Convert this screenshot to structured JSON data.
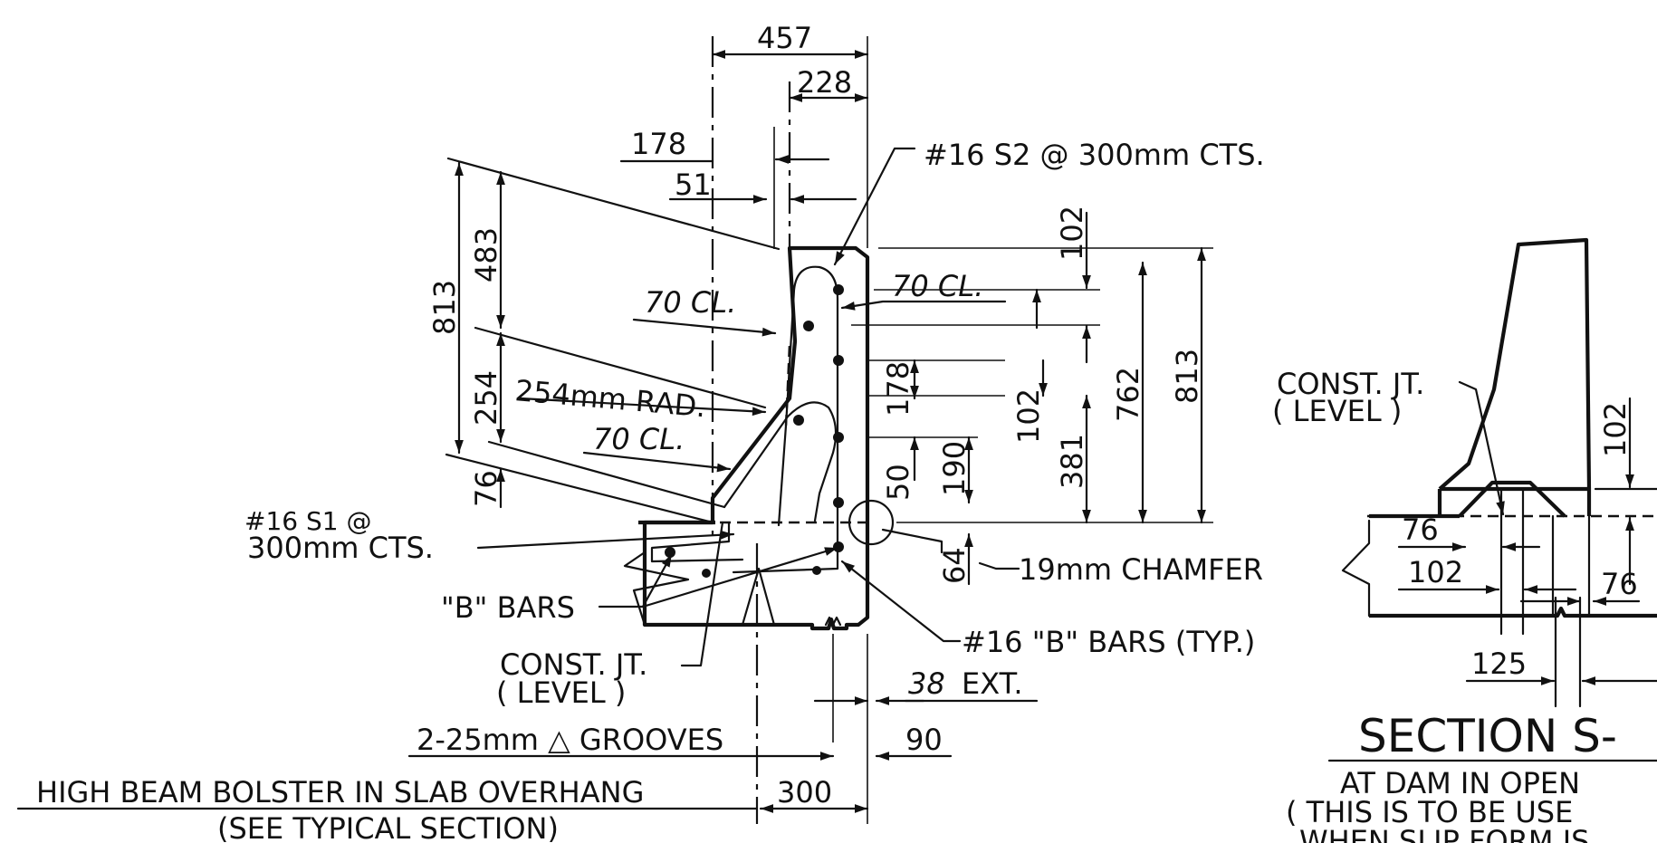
{
  "labels": {
    "d457": "457",
    "d228": "228",
    "d178_top": "178",
    "d51": "51",
    "s2_note": "#16 S2 @ 300mm CTS.",
    "d813_left": "813",
    "d483": "483",
    "d254": "254",
    "d76_left": "76",
    "cl70_a": "70 CL.",
    "rad254": "254mm RAD.",
    "cl70_b": "70 CL.",
    "cl70_c": "70 CL.",
    "d102_top": "102",
    "d762": "762",
    "d813_right": "813",
    "d178_mid": "178",
    "d102_mid": "102",
    "d381": "381",
    "d50": "50",
    "d190": "190",
    "d64": "64",
    "chamfer": "19mm CHAMFER",
    "b_bars_typ": "#16 \"B\" BARS (TYP.)",
    "s1_line1": "#16 S1 @",
    "s1_line2": "300mm CTS.",
    "b_bars": "\"B\" BARS",
    "cj_line1": "CONST. JT.",
    "cj_line2": "( LEVEL )",
    "ext": "38 EXT.",
    "ext_num": "38",
    "ext_word": "EXT.",
    "grooves": "2-25mm △ GROOVES",
    "d90": "90",
    "bolster": "HIGH BEAM BOLSTER IN SLAB OVERHANG",
    "d300": "300",
    "see_typ": "(SEE TYPICAL SECTION)",
    "r_cj_line1": "CONST. JT.",
    "r_cj_line2": "( LEVEL )",
    "r_d102": "102",
    "r_d76_a": "76",
    "r_d102_b": "102",
    "r_d76_b": "76",
    "r_d125": "125",
    "section_title": "SECTION S-",
    "sub1": "AT DAM IN OPEN",
    "sub2": "( THIS IS TO BE USE",
    "sub3": "WHEN SLIP FORM IS"
  }
}
